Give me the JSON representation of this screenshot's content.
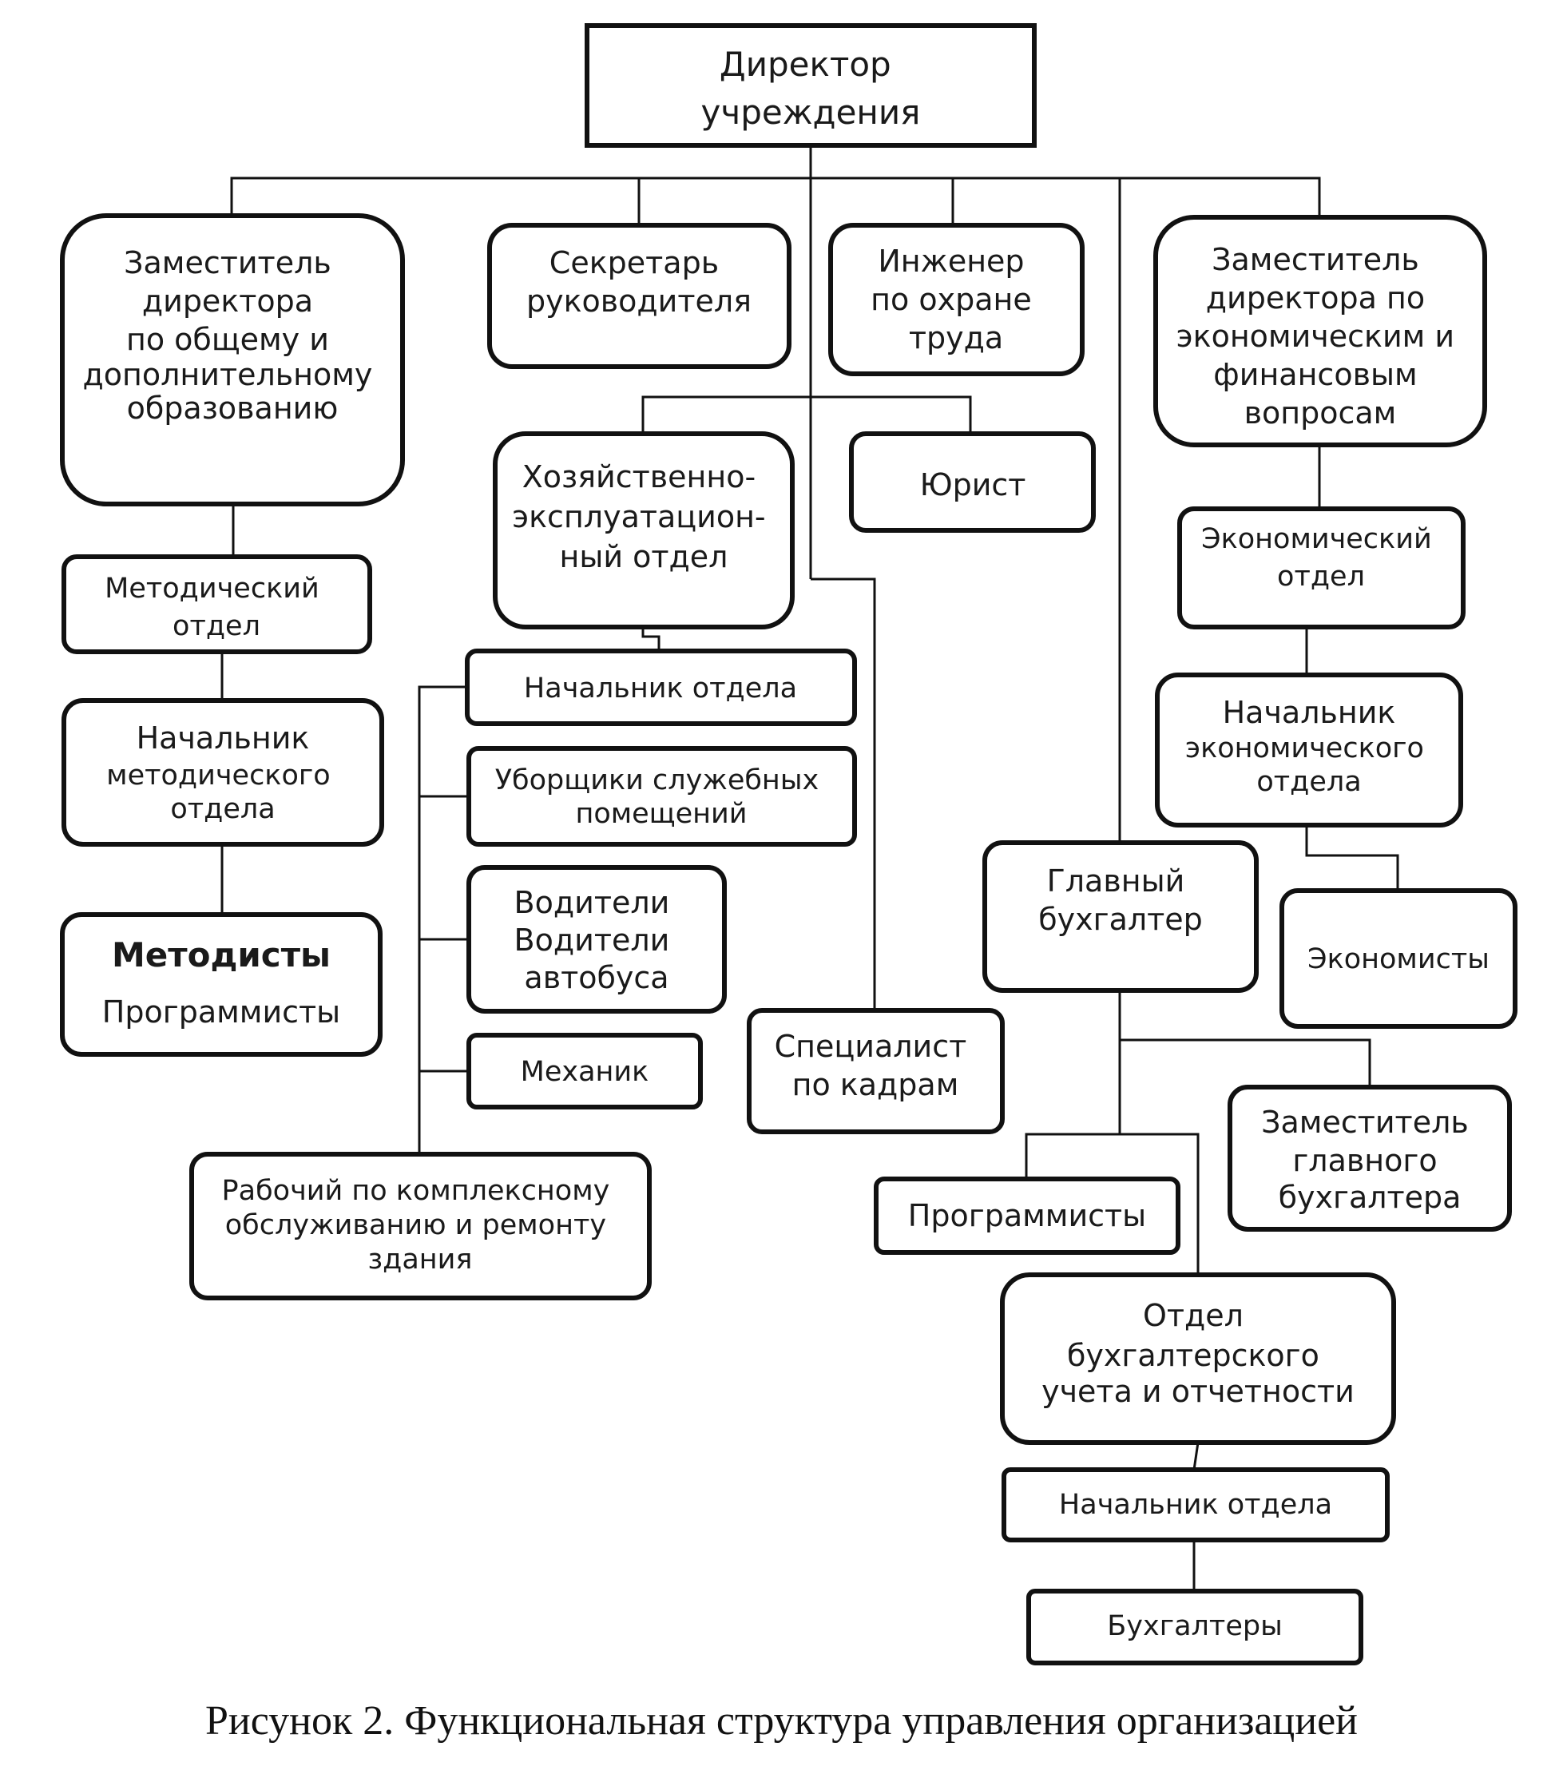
{
  "nodes": {
    "director": [
      "Директор",
      "учреждения"
    ],
    "deputy_general": [
      "Заместитель",
      "директора",
      "по общему и",
      "дополнительному",
      "образованию"
    ],
    "secretary": [
      "Секретарь",
      "руководителя"
    ],
    "safety_engineer": [
      "Инженер",
      "по охране",
      "труда"
    ],
    "deputy_econ": [
      "Заместитель",
      "директора по",
      "экономическим и",
      "финансовым",
      "вопросам"
    ],
    "maintenance_dept": [
      "Хозяйственно-",
      "эксплуатацион-",
      "ный отдел"
    ],
    "lawyer": [
      "Юрист"
    ],
    "method_dept": [
      "Методический",
      "отдел"
    ],
    "econ_dept": [
      "Экономический",
      "отдел"
    ],
    "maint_head": [
      "Начальник отдела"
    ],
    "cleaners": [
      "Уборщики служебных",
      "помещений"
    ],
    "method_head": [
      "Начальник",
      "методического",
      "отдела"
    ],
    "econ_head": [
      "Начальник",
      "экономического",
      "отдела"
    ],
    "drivers": [
      "Водители",
      "Водители",
      "автобуса"
    ],
    "chief_accountant": [
      "Главный",
      "бухгалтер"
    ],
    "methodists_title": "Методисты",
    "methodists_sub": "Программисты",
    "economists": [
      "Экономисты"
    ],
    "hr_specialist": [
      "Специалист",
      "по кадрам"
    ],
    "mechanic": [
      "Механик"
    ],
    "deputy_chief_accountant": [
      "Заместитель",
      "главного",
      "бухгалтера"
    ],
    "repair_worker": [
      "Рабочий по комплексному",
      "обслуживанию и ремонту",
      "здания"
    ],
    "programmers": [
      "Программисты"
    ],
    "accounting_dept": [
      "Отдел",
      "бухгалтерского",
      "учета и отчетности"
    ],
    "accounting_head": [
      "Начальник отдела"
    ],
    "accountants": [
      "Бухгалтеры"
    ]
  },
  "caption": "Рисунок 2. Функциональная структура управления организацией"
}
